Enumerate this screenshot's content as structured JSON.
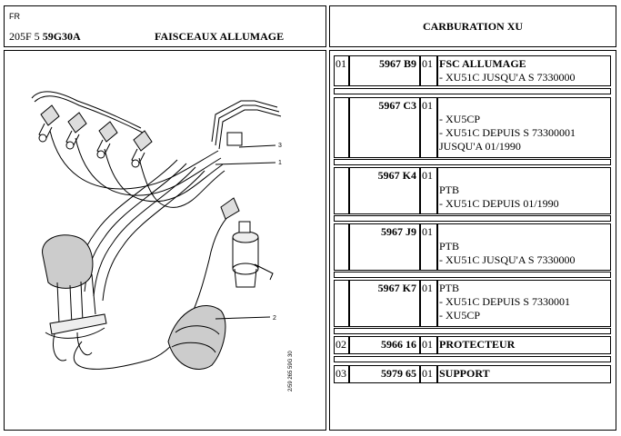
{
  "header": {
    "country": "FR",
    "model": "205F 5",
    "ref_code": "59G30A",
    "title": "FAISCEAUX ALLUMAGE",
    "section": "CARBURATION XU"
  },
  "diagram": {
    "callouts": [
      "3",
      "1",
      "2"
    ],
    "vertical_code": "2/59 265 59G 30"
  },
  "parts": [
    {
      "pos": "01",
      "ref": "5967 B9",
      "qty": "01",
      "lines": [
        "FSC ALLUMAGE",
        "- XU51C JUSQU'A S 7330000"
      ]
    },
    {
      "pos": "",
      "ref": "5967 C3",
      "qty": "01",
      "lines": [
        "",
        "- XU5CP",
        "- XU51C DEPUIS S 73300001",
        "JUSQU'A 01/1990"
      ]
    },
    {
      "pos": "",
      "ref": "5967 K4",
      "qty": "01",
      "lines": [
        "",
        "PTB",
        "- XU51C DEPUIS 01/1990"
      ]
    },
    {
      "pos": "",
      "ref": "5967 J9",
      "qty": "01",
      "lines": [
        "",
        "PTB",
        "- XU51C JUSQU'A S 7330000"
      ]
    },
    {
      "pos": "",
      "ref": "5967 K7",
      "qty": "01",
      "lines": [
        "PTB",
        "- XU51C DEPUIS S 7330001",
        "- XU5CP"
      ]
    },
    {
      "pos": "02",
      "ref": "5966 16",
      "qty": "01",
      "lines": [
        "PROTECTEUR"
      ]
    },
    {
      "pos": "03",
      "ref": "5979 65",
      "qty": "01",
      "lines": [
        "SUPPORT"
      ]
    }
  ]
}
